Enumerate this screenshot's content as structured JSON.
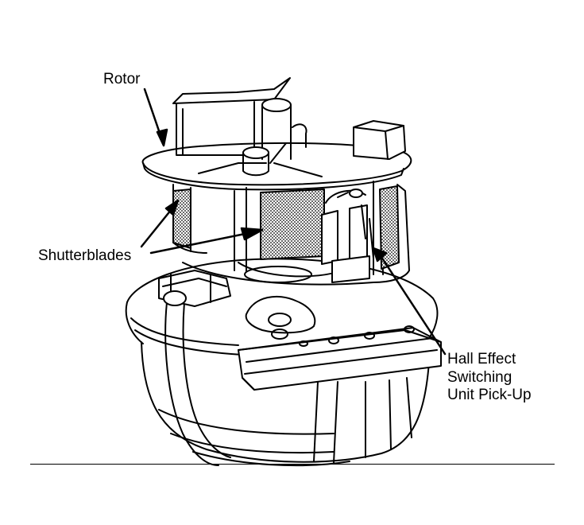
{
  "figure": {
    "labels": {
      "rotor": "Rotor",
      "shutterblades": "Shutterblades",
      "hall_effect_line1": "Hall Effect",
      "hall_effect_line2": "Switching",
      "hall_effect_line3": "Unit Pick-Up"
    },
    "colors": {
      "ink": "#000000",
      "paper": "#ffffff",
      "stipple": "#8c8c8c"
    }
  }
}
